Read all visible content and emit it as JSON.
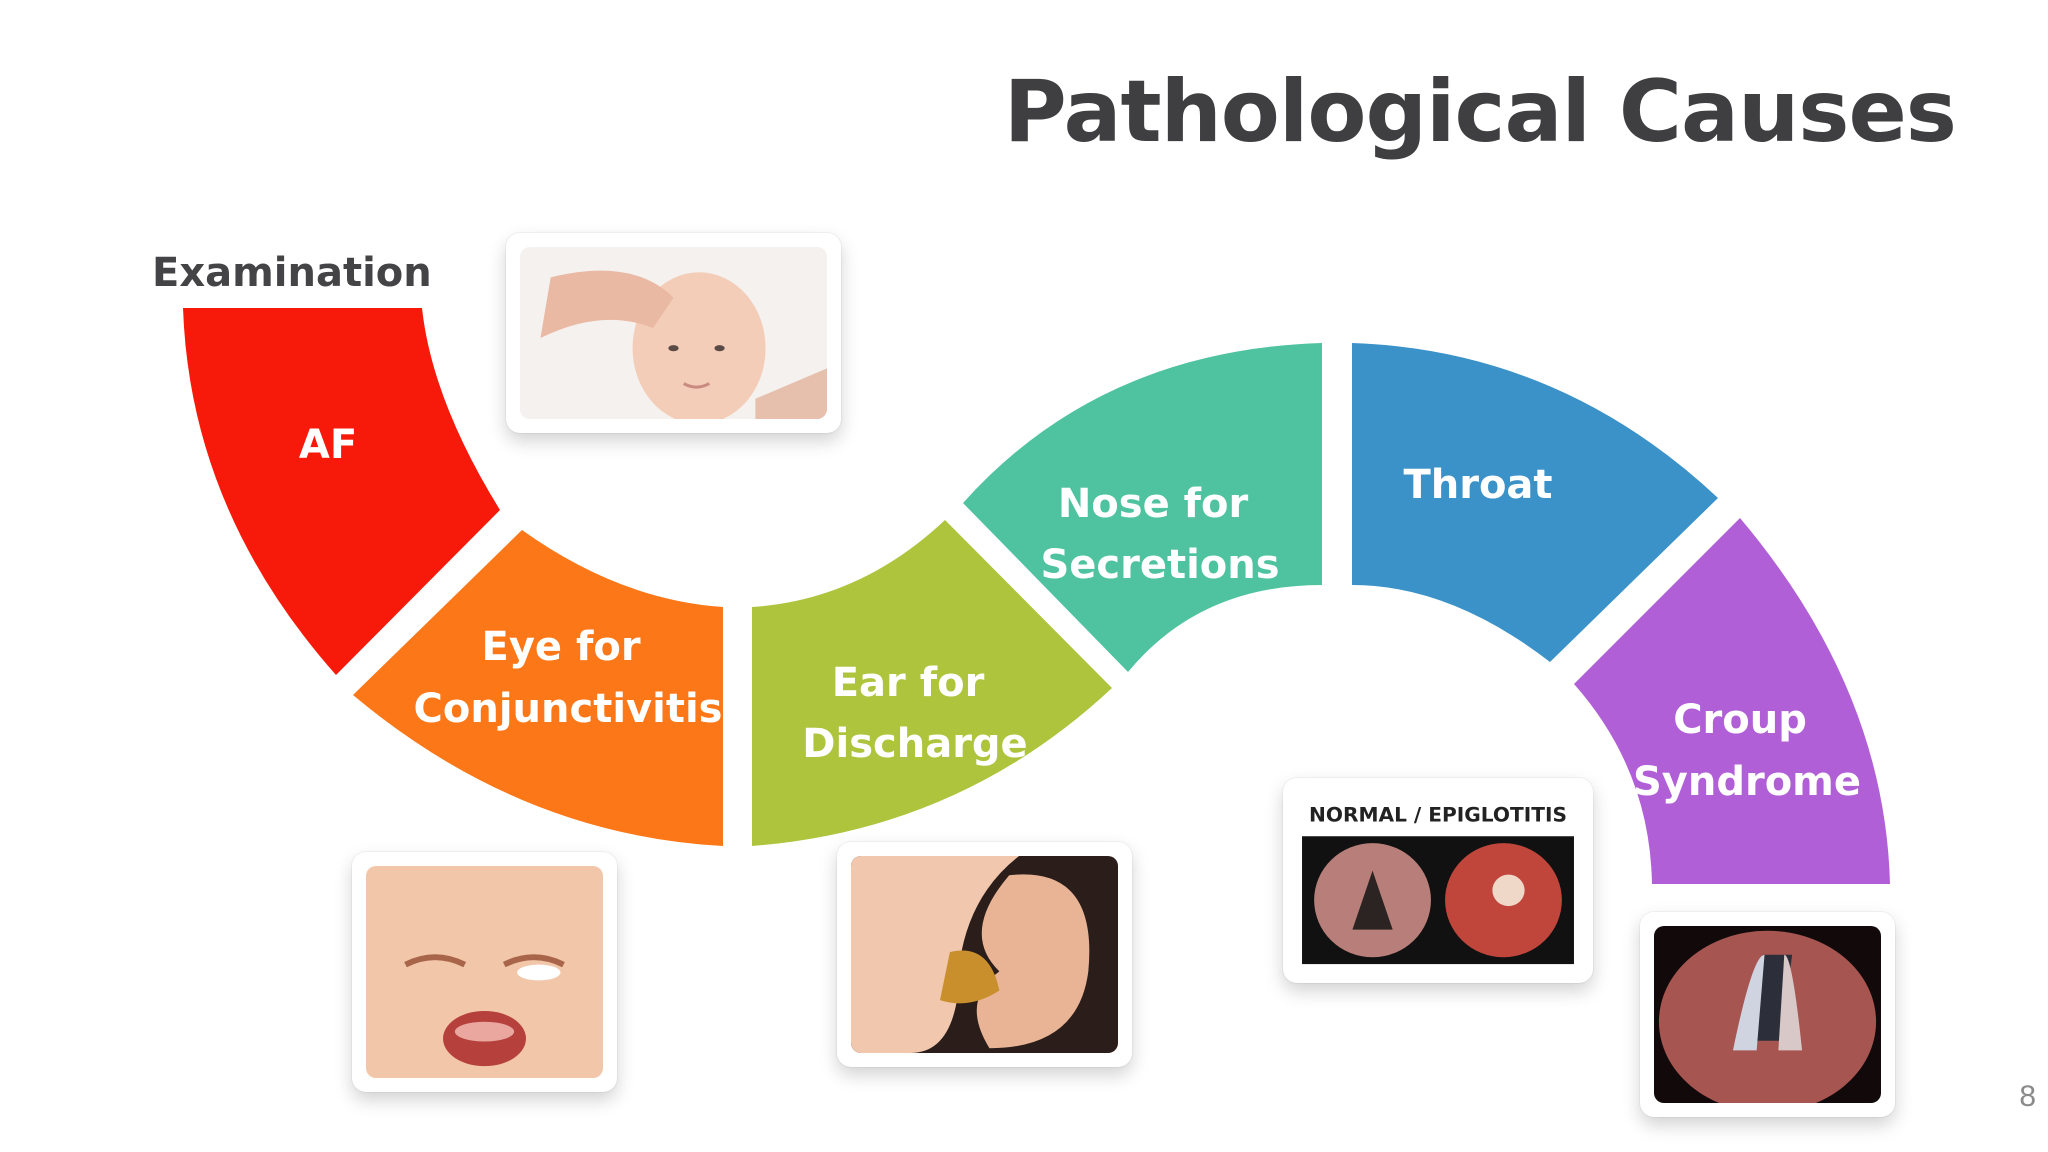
{
  "slide": {
    "title": "Pathological Causes",
    "side_label": "Examination",
    "page_number": "8"
  },
  "segments": [
    {
      "lines": [
        "AF"
      ],
      "color": "#f71a0a"
    },
    {
      "lines": [
        "Eye for",
        "Conjunctivitis"
      ],
      "color": "#fb7718"
    },
    {
      "lines": [
        "Ear for",
        "Discharge"
      ],
      "color": "#aec43d"
    },
    {
      "lines": [
        "Nose for",
        "Secretions"
      ],
      "color": "#4fc39f"
    },
    {
      "lines": [
        "Throat"
      ],
      "color": "#3b92c8"
    },
    {
      "lines": [
        "Croup",
        "Syndrome"
      ],
      "color": "#b15fd6"
    }
  ],
  "photos": {
    "epiglottitis_caption": "NORMAL / EPIGLOTITIS"
  }
}
